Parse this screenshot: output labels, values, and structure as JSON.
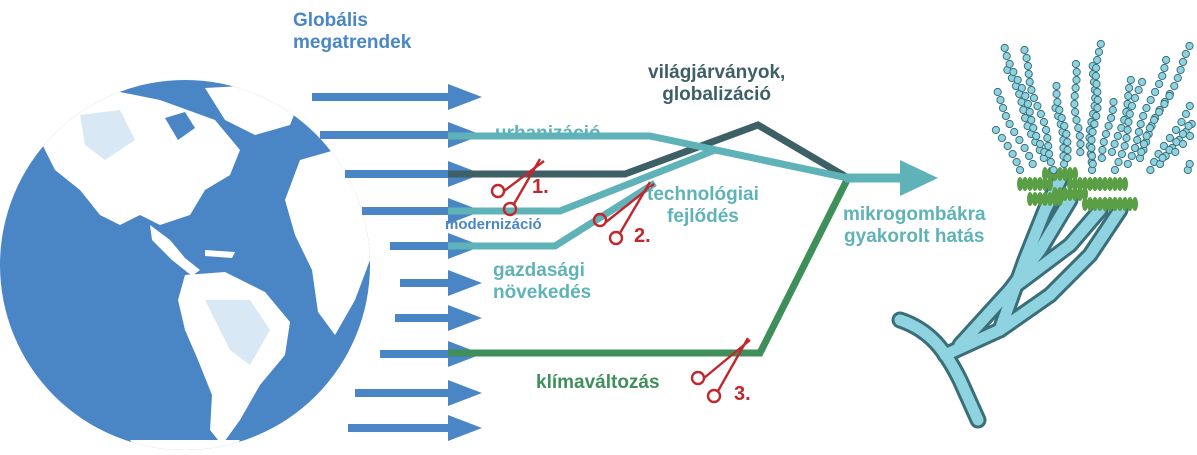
{
  "title": {
    "line1": "Globális",
    "line2": "megatrendek"
  },
  "trends": {
    "urbanization": "urbanizáció",
    "pandemics_line1": "világjárványok,",
    "pandemics_line2": "globalizáció",
    "technology_line1": "technológiai",
    "technology_line2": "fejlődés",
    "modernization": "modernizáció",
    "growth_line1": "gazdasági",
    "growth_line2": "növekedés",
    "climate": "klímaváltozás"
  },
  "result": {
    "line1": "mikrogombákra",
    "line2": "gyakorolt hatás"
  },
  "cut_markers": [
    "1.",
    "2.",
    "3."
  ],
  "colors": {
    "globe_ocean": "#4a86c5",
    "land": "#ffffff",
    "arrow_blue": "#4a86c5",
    "teal": "#5fb3b8",
    "dark_slate": "#3d5f66",
    "green": "#3f8f5a",
    "scissors_red": "#c1272d",
    "fungus_spore": "#8fd3e0",
    "fungus_green": "#5a9e45"
  },
  "icons": [
    "globe-icon",
    "scissors-icon",
    "fungus-conidiophore-icon"
  ]
}
